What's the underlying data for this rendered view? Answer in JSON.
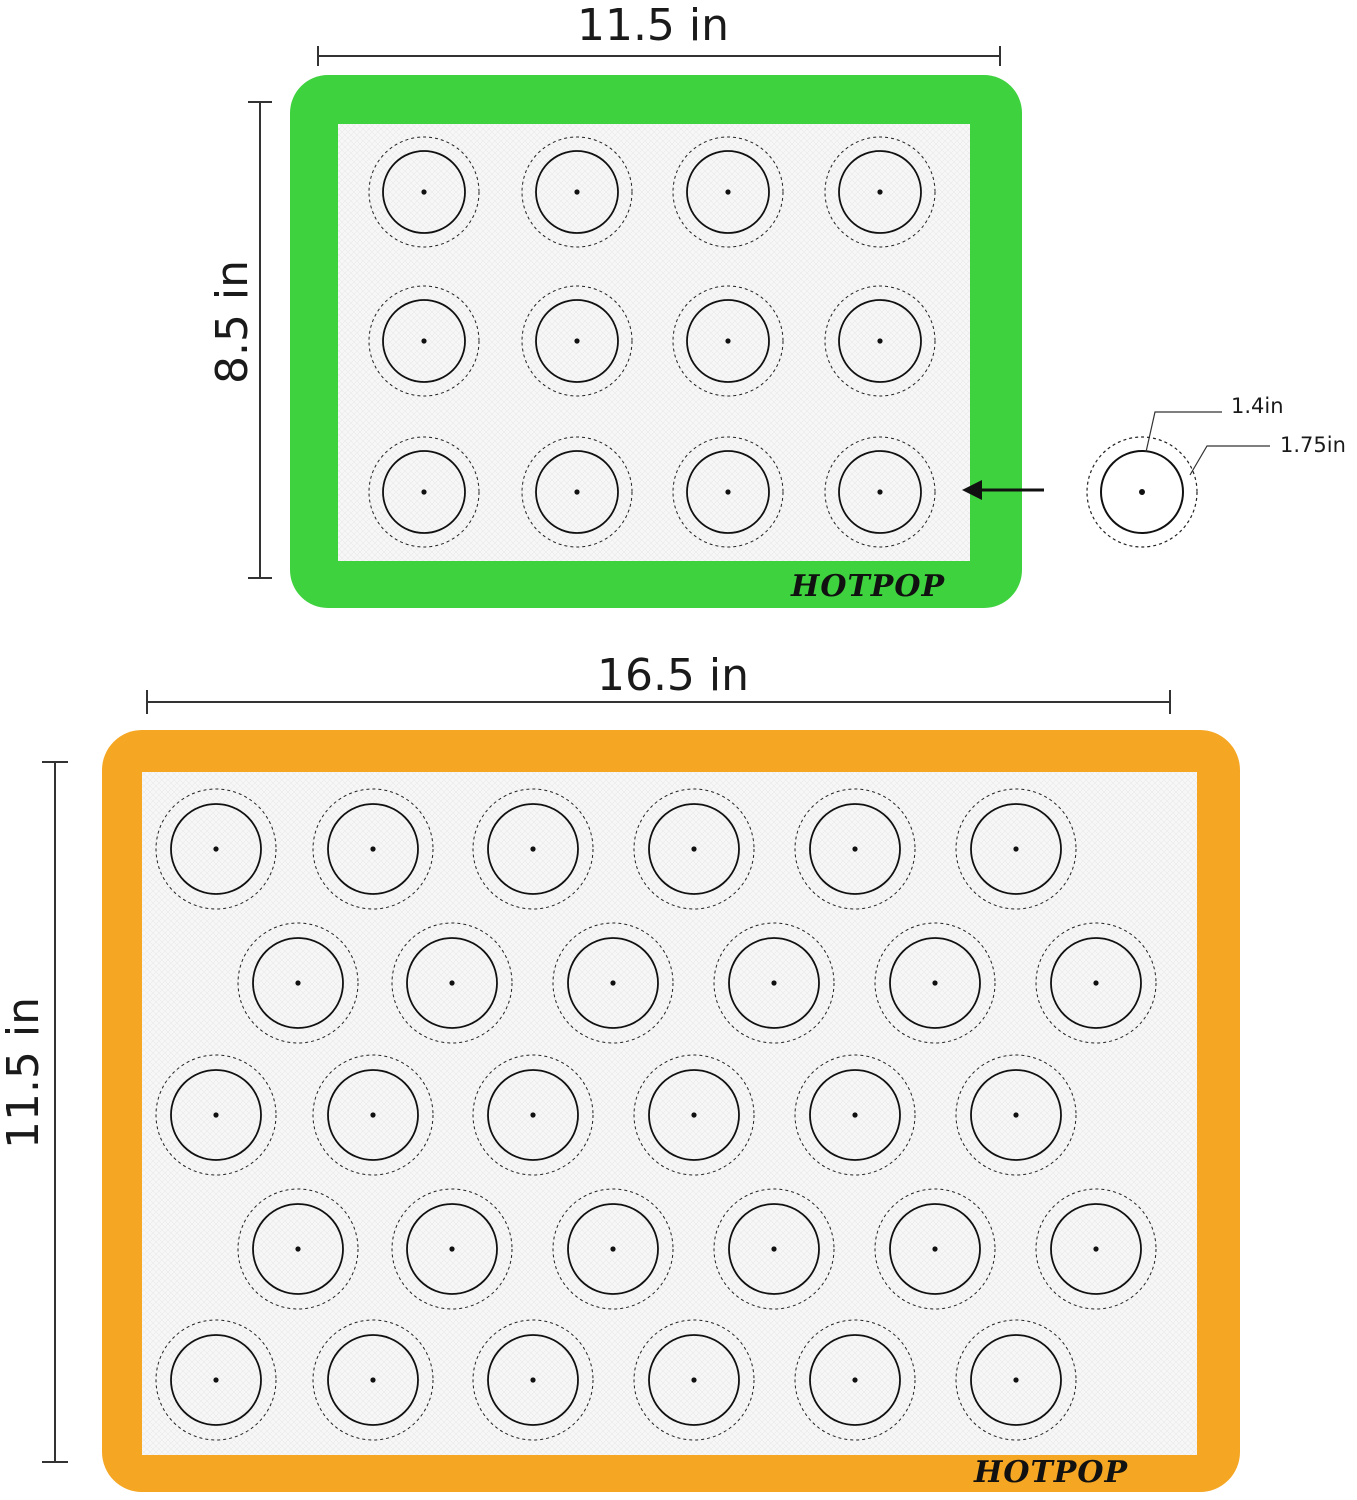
{
  "colors": {
    "small_mat_border": "#3fd23f",
    "large_mat_border": "#f5a623",
    "mat_inner": "#f7f7f7",
    "ink": "#111111"
  },
  "small_mat": {
    "width_label": "11.5 in",
    "height_label": "8.5 in",
    "brand": "HOTPOP",
    "rows": 3,
    "cols": 4
  },
  "large_mat": {
    "width_label": "16.5 in",
    "height_label": "11.5 in",
    "brand": "HOTPOP",
    "rows": 5,
    "cols": 6
  },
  "circle_detail": {
    "inner_diameter_label": "1.4in",
    "outer_diameter_label": "1.75in",
    "arrow_icon": "arrow-left-icon"
  }
}
